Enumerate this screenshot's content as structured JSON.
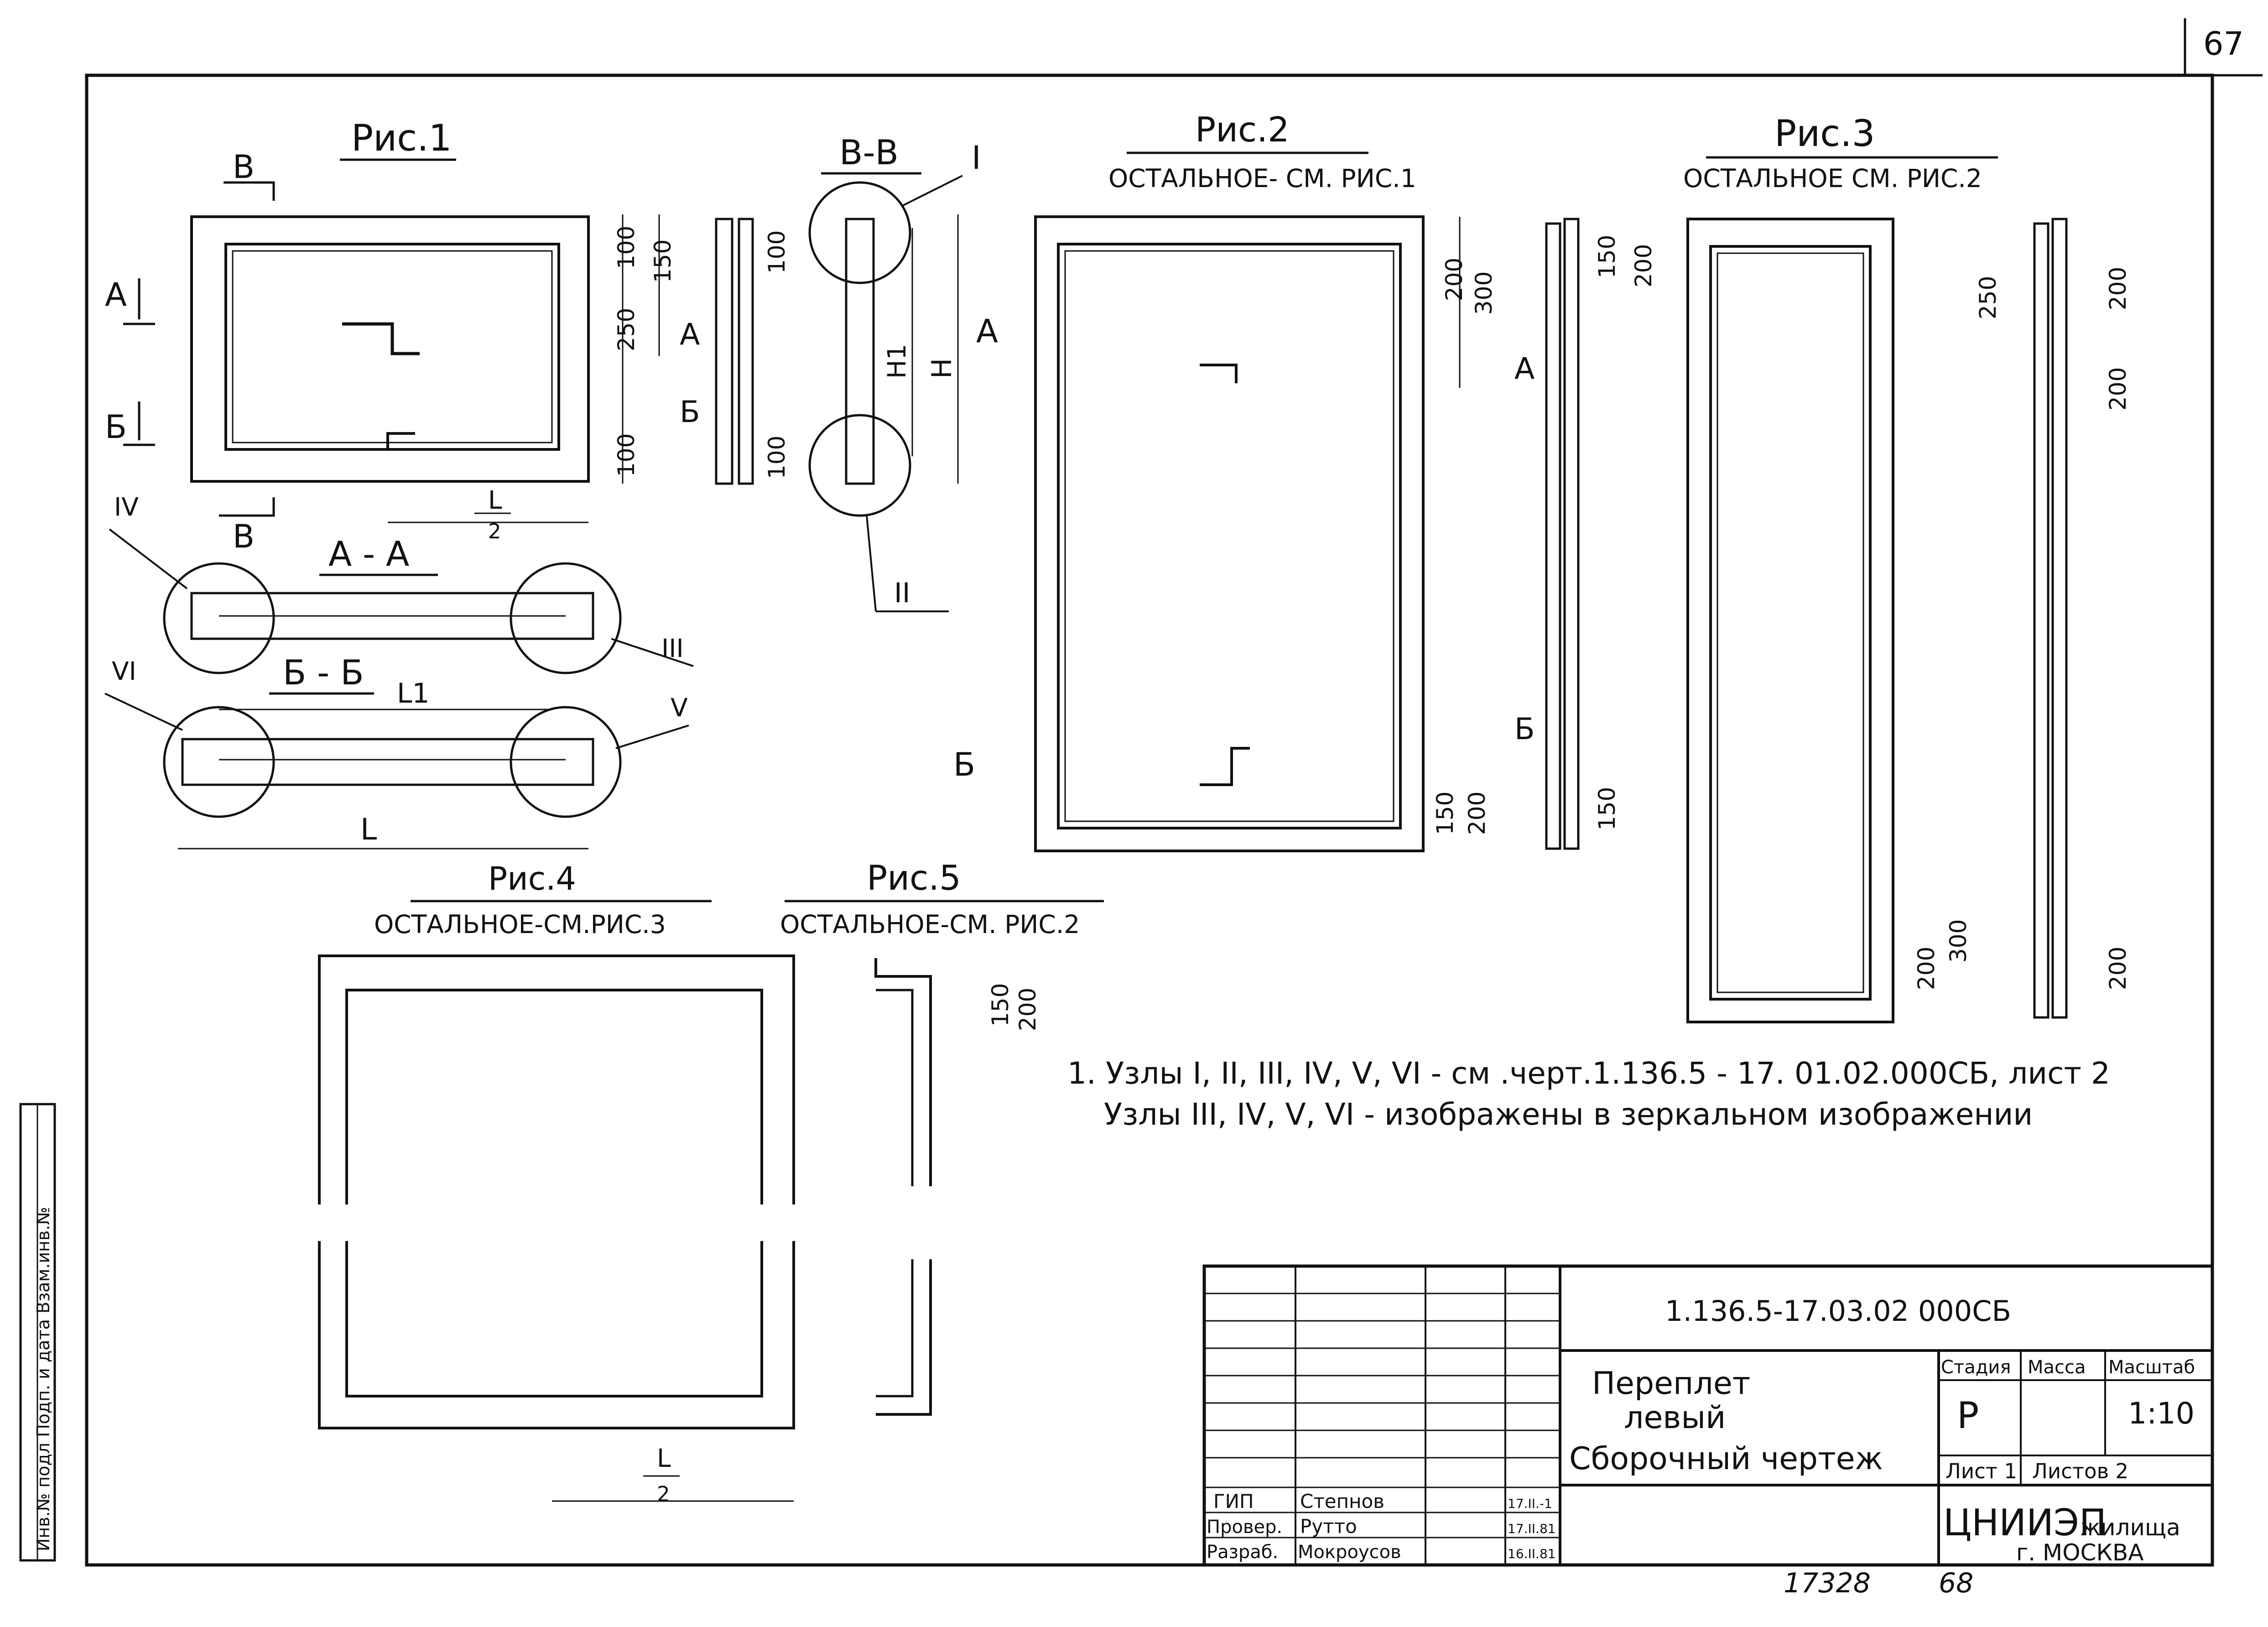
{
  "sheet_number": "67",
  "footer_numbers": {
    "left": "17328",
    "right": "68"
  },
  "side_stamp": "Инв.№ подл   Подп. и дата   Взам.инв.№",
  "figures": {
    "fig1": {
      "title": "Рис.1",
      "half_width_num": "L",
      "half_width_den": "2"
    },
    "fig2": {
      "title": "Рис.2",
      "subtitle": "ОСТАЛЬНОЕ- СМ. РИС.1"
    },
    "fig3": {
      "title": "Рис.3",
      "subtitle": "ОСТАЛЬНОЕ СМ. РИС.2"
    },
    "fig4": {
      "title": "Рис.4",
      "subtitle": "ОСТАЛЬНОЕ-СМ.РИС.3",
      "half_width_num": "L",
      "half_width_den": "2"
    },
    "fig5": {
      "title": "Рис.5",
      "subtitle": "ОСТАЛЬНОЕ-СМ. РИС.2"
    }
  },
  "sections": {
    "aa": "А - А",
    "bb": "Б - Б",
    "vv": "В-В",
    "letter_a": "А",
    "letter_b": "Б",
    "letter_v": "В",
    "dim_l": "L",
    "dim_l1": "L1",
    "dim_h": "H",
    "dim_h1": "H1"
  },
  "nodes": [
    "I",
    "II",
    "III",
    "IV",
    "V",
    "VI"
  ],
  "dimensions": {
    "d100": "100",
    "d150": "150",
    "d200": "200",
    "d250": "250",
    "d300": "300"
  },
  "notes": [
    "1. Узлы I, II, III, IV, V, VI - см .черт.1.136.5 - 17. 01.02.000СБ, лист 2",
    "Узлы III, IV, V, VI - изображены в зеркальном изображении"
  ],
  "title_block": {
    "document_code": "1.136.5-17.03.02 000СБ",
    "title_line1": "Переплет",
    "title_line2": "левый",
    "title_line3": "Сборочный чертеж",
    "col_stage": "Стадия",
    "col_mass": "Масса",
    "col_scale": "Масштаб",
    "stage": "Р",
    "scale": "1:10",
    "sheet": "Лист 1",
    "sheets": "Листов 2",
    "org_name": "ЦНИИЭП",
    "org_suffix": "жилища",
    "org_city": "г. МОСКВА",
    "signatures": [
      {
        "role": "ГИП",
        "name": "Степнов",
        "date": "17.II.-1"
      },
      {
        "role": "Провер.",
        "name": "Рутто",
        "date": "17.II.81"
      },
      {
        "role": "Разраб.",
        "name": "Мокроусов",
        "date": "16.II.81"
      }
    ]
  }
}
